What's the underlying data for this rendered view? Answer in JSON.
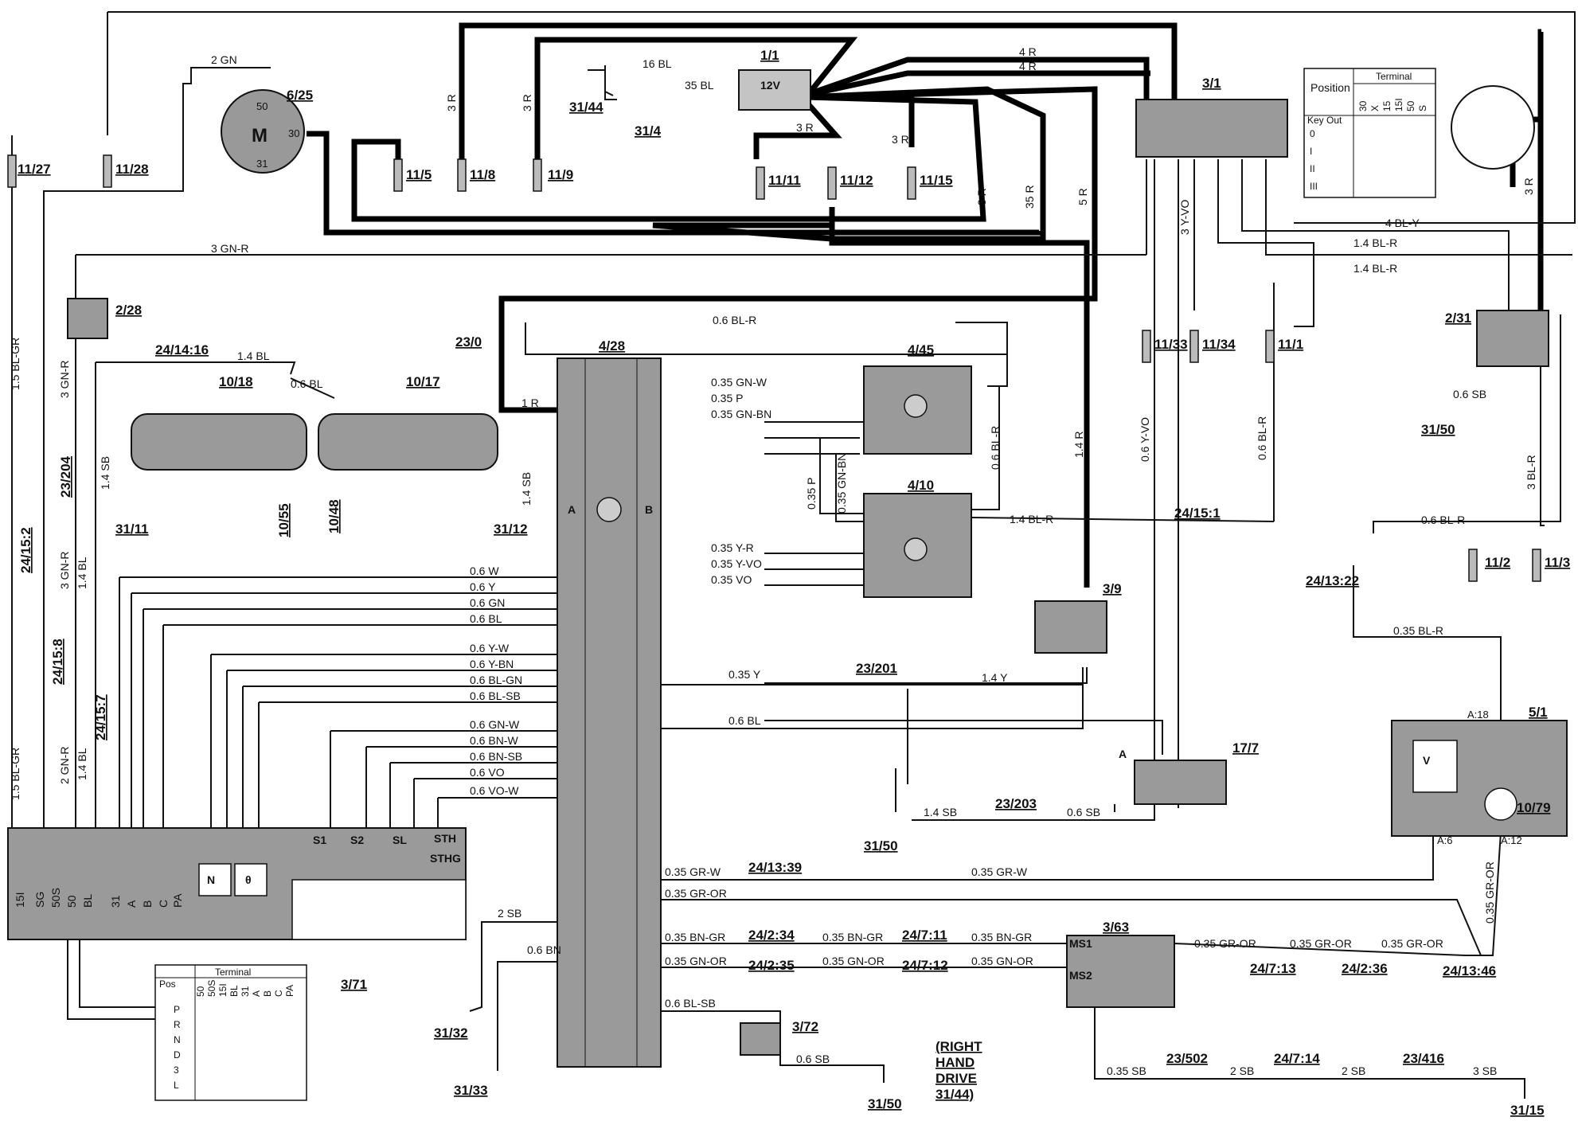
{
  "ids": {
    "f1127": "11/27",
    "f1128": "11/28",
    "f115": "11/5",
    "f118": "11/8",
    "f119": "11/9",
    "f1111": "11/11",
    "f1112": "11/12",
    "f1115": "11/15",
    "f1133": "11/33",
    "f1134": "11/34",
    "f111": "11/1",
    "f112": "11/2",
    "f113": "11/3",
    "m625": "6/25",
    "b11": "1/1",
    "b31": "3/1",
    "r231": "2/31",
    "r228": "2/28",
    "c2414_16": "24/14:16",
    "l1018": "10/18",
    "l1017": "10/17",
    "l1055": "10/55",
    "l1048": "10/48",
    "g3111": "31/11",
    "g3112": "31/12",
    "g3144": "31/44",
    "g314": "31/4",
    "g3150a": "31/50",
    "g3150b": "31/50",
    "g3150c": "31/50",
    "g3132": "31/32",
    "g3133": "31/33",
    "g3115": "31/15",
    "c230": "23/0",
    "ecu428": "4/28",
    "i445": "4/45",
    "i410": "4/10",
    "s39": "3/9",
    "c23201": "23/201",
    "c23203": "23/203",
    "c23204": "23/204",
    "c24152": "24/15:2",
    "c24158": "24/15:8",
    "c24157": "24/15:7",
    "c24151": "24/15:1",
    "c241322": "24/13:22",
    "c241339": "24/13:39",
    "c24234": "24/2:34",
    "c24235": "24/2:35",
    "c24711": "24/7:11",
    "c24712": "24/7:12",
    "c24713": "24/7:13",
    "c24236": "24/2:36",
    "c241346": "24/13:46",
    "c24714": "24/7:14",
    "c23502": "23/502",
    "c23416": "23/416",
    "s363": "3/63",
    "s372": "3/72",
    "s371": "3/71",
    "m51": "5/1",
    "l1079": "10/79",
    "c177": "17/7"
  },
  "wires": {
    "gn2": "2 GN",
    "r3a": "3 R",
    "r3b": "3 R",
    "r3c": "3 R",
    "r3d": "3 R",
    "r3e": "3 R",
    "r3f": "3 R",
    "bl16": "16 BL",
    "bl35": "35 BL",
    "r4a": "4 R",
    "r4b": "4 R",
    "r35": "35 R",
    "r5": "5 R",
    "blr15": "1.5 BL-GR",
    "blr15b": "1.5 BL-GR",
    "gnr3": "3 GN-R",
    "gnr3b": "3 GN-R",
    "gnr3c": "3 GN-R",
    "gnr2": "2 GN-R",
    "bl14a": "1.4 BL",
    "bl14b": "1.4 BL",
    "bl14c": "1.4 BL",
    "bl06": "0.6 BL",
    "sb14a": "1.4 SB",
    "sb14b": "1.4 SB",
    "r1": "1 R",
    "blr06": "0.6 BL-R",
    "gnw035": "0.35 GN-W",
    "p035": "0.35 P",
    "gnbn035": "0.35 GN-BN",
    "p035v": "0.35 P",
    "gnbn035v": "0.35 GN-BN",
    "blr06v": "0.6 BL-R",
    "blr14": "1.4 BL-R",
    "yr035": "0.35 Y-R",
    "yvo035": "0.35 Y-VO",
    "vo035": "0.35 VO",
    "r14": "1.4 R",
    "yvo3": "3 Y-VO",
    "yvo06": "0.6 Y-VO",
    "bly4": "4 BL-Y",
    "blr14a": "1.4 BL-R",
    "blr14b": "1.4 BL-R",
    "blr06b": "0.6 BL-R",
    "sb06a": "0.6 SB",
    "blr3": "3 BL-R",
    "blr06c": "0.6 BL-R",
    "blr035": "0.35 BL-R",
    "w06": "0.6 W",
    "y06": "0.6 Y",
    "gn06": "0.6 GN",
    "bl06b": "0.6 BL",
    "yw06": "0.6 Y-W",
    "ybn06": "0.6 Y-BN",
    "blgn06": "0.6 BL-GN",
    "blsb06": "0.6 BL-SB",
    "gnw06": "0.6 GN-W",
    "bnw06": "0.6 BN-W",
    "bnsb06": "0.6 BN-SB",
    "vo06": "0.6  VO",
    "vow06": "0.6  VO-W",
    "y035": "0.35 Y",
    "y14": "1.4 Y",
    "bl06c": "0.6 BL",
    "sb14c": "1.4 SB",
    "sb06b": "0.6 SB",
    "grw035": "0.35 GR-W",
    "grw035b": "0.35 GR-W",
    "gror035": "0.35 GR-OR",
    "sb2": "2 SB",
    "bn06": "0.6 BN",
    "bngr035": "0.35 BN-GR",
    "bngr035b": "0.35 BN-GR",
    "bngr035c": "0.35 BN-GR",
    "gnor035": "0.35 GN-OR",
    "gnor035b": "0.35 GN-OR",
    "gnor035c": "0.35 GN-OR",
    "blsb06b": "0.6  BL-SB",
    "sb06c": "0.6  SB",
    "gror035b": "0.35 GR-OR",
    "gror035c": "0.35 GR-OR",
    "gror035d": "0.35 GR-OR",
    "gror035v": "0.35 GR-OR",
    "sb035": "0.35 SB",
    "sb2b": "2 SB",
    "sb2c": "2 SB",
    "sb3": "3 SB"
  },
  "labels": {
    "m": "M",
    "v12": "12V",
    "pin30": "30",
    "pin31": "31",
    "pin50": "50",
    "a": "A",
    "b": "B",
    "bigA": "A",
    "sub": "A",
    "posTitle": "Position",
    "termTitle": "Terminal",
    "keyout": "Key Out",
    "rhd1": "(RIGHT",
    "rhd2": "HAND",
    "rhd3": "DRIVE",
    "rhd4": "31/44)",
    "pos": "Pos",
    "term": "Terminal",
    "s1": "S1",
    "s2": "S2",
    "sl": "SL",
    "sth": "STH",
    "sthg": "STHG",
    "v": "V",
    "a18": "A:18",
    "a6": "A:6",
    "a12": "A:12",
    "ms1": "MS1",
    "ms2": "MS2",
    "n": "N",
    "theta": "θ"
  },
  "tcm_terms": [
    "15I",
    "SG",
    "50S",
    "50",
    "BL",
    "31",
    "A",
    "B",
    "C",
    "PA"
  ],
  "ign_rows": [
    "0",
    "I",
    "II",
    "III"
  ],
  "ign_cols": [
    "30",
    "X",
    "15",
    "15I",
    "50",
    "S"
  ],
  "sel_rows": [
    "P",
    "R",
    "N",
    "D",
    "3",
    "L"
  ],
  "sel_cols": [
    "50",
    "50S",
    "15I",
    "BL",
    "31",
    "A",
    "B",
    "C",
    "PA"
  ]
}
